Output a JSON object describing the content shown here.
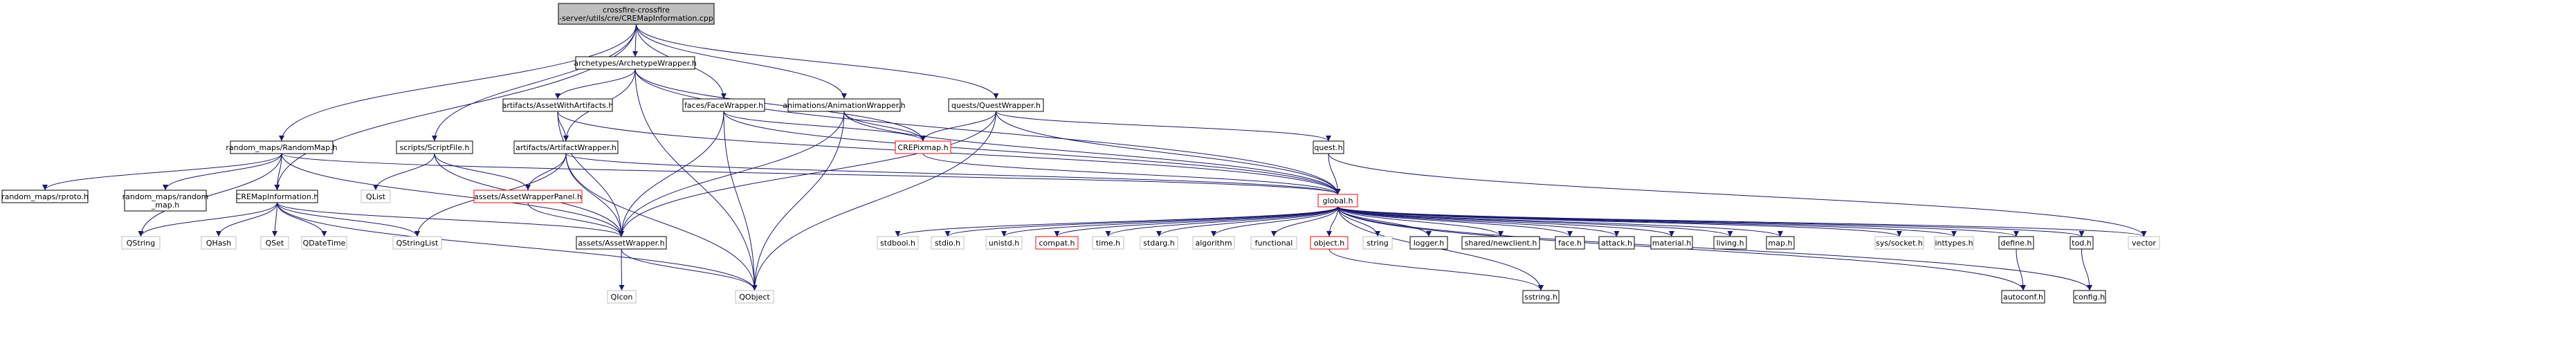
{
  "title": "crossfire-crossfire-server/utils/cre/CREMapInformation.cpp",
  "colors": {
    "edge": "#191970",
    "root_fill": "#bfbfbf",
    "node_border": "#000000",
    "external_border": "#bfbfbf",
    "external_text": "#555555",
    "warning_border": "#ff0000",
    "background": "#ffffff"
  },
  "nodes": [
    {
      "id": "root",
      "lines": [
        "crossfire-crossfire",
        "-server/utils/cre/CREMapInformation.cpp"
      ],
      "style": "root"
    },
    {
      "id": "random_maps",
      "lines": [
        "random_maps/RandomMap.h"
      ],
      "style": "normal"
    },
    {
      "id": "archetypes",
      "lines": [
        "archetypes/ArchetypeWrapper.h"
      ],
      "style": "normal"
    },
    {
      "id": "faces",
      "lines": [
        "faces/FaceWrapper.h"
      ],
      "style": "normal"
    },
    {
      "id": "animations",
      "lines": [
        "animations/AnimationWrapper.h"
      ],
      "style": "normal"
    },
    {
      "id": "quests",
      "lines": [
        "quests/QuestWrapper.h"
      ],
      "style": "normal"
    },
    {
      "id": "scripts",
      "lines": [
        "scripts/ScriptFile.h"
      ],
      "style": "normal"
    },
    {
      "id": "artifacts_with",
      "lines": [
        "artifacts/AssetWithArtifacts.h"
      ],
      "style": "normal"
    },
    {
      "id": "artifacts_wrap",
      "lines": [
        "artifacts/ArtifactWrapper.h"
      ],
      "style": "normal"
    },
    {
      "id": "crepixmap",
      "lines": [
        "CREPixmap.h"
      ],
      "style": "warning"
    },
    {
      "id": "quest",
      "lines": [
        "quest.h"
      ],
      "style": "normal"
    },
    {
      "id": "rproto",
      "lines": [
        "random_maps/rproto.h"
      ],
      "style": "normal"
    },
    {
      "id": "random_map_h",
      "lines": [
        "random_maps/random",
        "_map.h"
      ],
      "style": "normal"
    },
    {
      "id": "cremapinfo",
      "lines": [
        "CREMapInformation.h"
      ],
      "style": "normal"
    },
    {
      "id": "qlist",
      "lines": [
        "QList"
      ],
      "style": "external"
    },
    {
      "id": "asset_panel",
      "lines": [
        "assets/AssetWrapperPanel.h"
      ],
      "style": "warning"
    },
    {
      "id": "global",
      "lines": [
        "global.h"
      ],
      "style": "warning"
    },
    {
      "id": "qstring",
      "lines": [
        "QString"
      ],
      "style": "external"
    },
    {
      "id": "qhash",
      "lines": [
        "QHash"
      ],
      "style": "external"
    },
    {
      "id": "qset",
      "lines": [
        "QSet"
      ],
      "style": "external"
    },
    {
      "id": "qdatetime",
      "lines": [
        "QDateTime"
      ],
      "style": "external"
    },
    {
      "id": "qstringlist",
      "lines": [
        "QStringList"
      ],
      "style": "external"
    },
    {
      "id": "assetwrapper",
      "lines": [
        "assets/AssetWrapper.h"
      ],
      "style": "normal"
    },
    {
      "id": "qicon",
      "lines": [
        "QIcon"
      ],
      "style": "external"
    },
    {
      "id": "qobject",
      "lines": [
        "QObject"
      ],
      "style": "external"
    },
    {
      "id": "stdbool",
      "lines": [
        "stdbool.h"
      ],
      "style": "external"
    },
    {
      "id": "stdio",
      "lines": [
        "stdio.h"
      ],
      "style": "external"
    },
    {
      "id": "unistd",
      "lines": [
        "unistd.h"
      ],
      "style": "external"
    },
    {
      "id": "compat",
      "lines": [
        "compat.h"
      ],
      "style": "warning"
    },
    {
      "id": "time",
      "lines": [
        "time.h"
      ],
      "style": "external"
    },
    {
      "id": "stdarg",
      "lines": [
        "stdarg.h"
      ],
      "style": "external"
    },
    {
      "id": "algorithm",
      "lines": [
        "algorithm"
      ],
      "style": "external"
    },
    {
      "id": "functional",
      "lines": [
        "functional"
      ],
      "style": "external"
    },
    {
      "id": "object",
      "lines": [
        "object.h"
      ],
      "style": "warning"
    },
    {
      "id": "string",
      "lines": [
        "string"
      ],
      "style": "external"
    },
    {
      "id": "logger",
      "lines": [
        "logger.h"
      ],
      "style": "normal"
    },
    {
      "id": "shared",
      "lines": [
        "shared/newclient.h"
      ],
      "style": "normal"
    },
    {
      "id": "face",
      "lines": [
        "face.h"
      ],
      "style": "normal"
    },
    {
      "id": "attack",
      "lines": [
        "attack.h"
      ],
      "style": "normal"
    },
    {
      "id": "material",
      "lines": [
        "material.h"
      ],
      "style": "normal"
    },
    {
      "id": "living",
      "lines": [
        "living.h"
      ],
      "style": "normal"
    },
    {
      "id": "map",
      "lines": [
        "map.h"
      ],
      "style": "normal"
    },
    {
      "id": "syssocket",
      "lines": [
        "sys/socket.h"
      ],
      "style": "external"
    },
    {
      "id": "inttypes",
      "lines": [
        "inttypes.h"
      ],
      "style": "external"
    },
    {
      "id": "define",
      "lines": [
        "define.h"
      ],
      "style": "normal"
    },
    {
      "id": "tod",
      "lines": [
        "tod.h"
      ],
      "style": "normal"
    },
    {
      "id": "vector",
      "lines": [
        "vector"
      ],
      "style": "external"
    },
    {
      "id": "sstring",
      "lines": [
        "sstring.h"
      ],
      "style": "normal"
    },
    {
      "id": "autoconf",
      "lines": [
        "autoconf.h"
      ],
      "style": "normal"
    },
    {
      "id": "config",
      "lines": [
        "config.h"
      ],
      "style": "normal"
    }
  ],
  "edges": [
    [
      "root",
      "random_maps"
    ],
    [
      "root",
      "cremapinfo"
    ],
    [
      "root",
      "archetypes"
    ],
    [
      "root",
      "scripts"
    ],
    [
      "root",
      "faces"
    ],
    [
      "root",
      "animations"
    ],
    [
      "root",
      "quests"
    ],
    [
      "random_maps",
      "rproto"
    ],
    [
      "random_maps",
      "random_map_h"
    ],
    [
      "random_maps",
      "cremapinfo"
    ],
    [
      "random_maps",
      "qstring"
    ],
    [
      "random_maps",
      "global"
    ],
    [
      "random_maps",
      "assetwrapper"
    ],
    [
      "archetypes",
      "artifacts_with"
    ],
    [
      "archetypes",
      "artifacts_wrap"
    ],
    [
      "archetypes",
      "crepixmap"
    ],
    [
      "archetypes",
      "global"
    ],
    [
      "archetypes",
      "qobject"
    ],
    [
      "faces",
      "assetwrapper"
    ],
    [
      "faces",
      "crepixmap"
    ],
    [
      "faces",
      "global"
    ],
    [
      "faces",
      "qobject"
    ],
    [
      "animations",
      "assetwrapper"
    ],
    [
      "animations",
      "crepixmap"
    ],
    [
      "animations",
      "global"
    ],
    [
      "animations",
      "qobject"
    ],
    [
      "quests",
      "quest"
    ],
    [
      "quests",
      "global"
    ],
    [
      "quests",
      "assetwrapper"
    ],
    [
      "quests",
      "crepixmap"
    ],
    [
      "quests",
      "qobject"
    ],
    [
      "scripts",
      "qlist"
    ],
    [
      "scripts",
      "asset_panel"
    ],
    [
      "scripts",
      "assetwrapper"
    ],
    [
      "artifacts_with",
      "artifacts_wrap"
    ],
    [
      "artifacts_with",
      "assetwrapper"
    ],
    [
      "artifacts_with",
      "global"
    ],
    [
      "artifacts_wrap",
      "asset_panel"
    ],
    [
      "artifacts_wrap",
      "assetwrapper"
    ],
    [
      "artifacts_wrap",
      "global"
    ],
    [
      "artifacts_wrap",
      "qstringlist"
    ],
    [
      "artifacts_wrap",
      "qobject"
    ],
    [
      "crepixmap",
      "global"
    ],
    [
      "quest",
      "global"
    ],
    [
      "quest",
      "vector"
    ],
    [
      "cremapinfo",
      "qstring"
    ],
    [
      "cremapinfo",
      "qhash"
    ],
    [
      "cremapinfo",
      "qset"
    ],
    [
      "cremapinfo",
      "qdatetime"
    ],
    [
      "cremapinfo",
      "qstringlist"
    ],
    [
      "cremapinfo",
      "assetwrapper"
    ],
    [
      "cremapinfo",
      "qobject"
    ],
    [
      "asset_panel",
      "assetwrapper"
    ],
    [
      "assetwrapper",
      "qicon"
    ],
    [
      "assetwrapper",
      "qobject"
    ],
    [
      "global",
      "stdbool"
    ],
    [
      "global",
      "stdio"
    ],
    [
      "global",
      "unistd"
    ],
    [
      "global",
      "compat"
    ],
    [
      "global",
      "time"
    ],
    [
      "global",
      "stdarg"
    ],
    [
      "global",
      "algorithm"
    ],
    [
      "global",
      "functional"
    ],
    [
      "global",
      "object"
    ],
    [
      "global",
      "string"
    ],
    [
      "global",
      "logger"
    ],
    [
      "global",
      "shared"
    ],
    [
      "global",
      "face"
    ],
    [
      "global",
      "attack"
    ],
    [
      "global",
      "material"
    ],
    [
      "global",
      "living"
    ],
    [
      "global",
      "map"
    ],
    [
      "global",
      "syssocket"
    ],
    [
      "global",
      "inttypes"
    ],
    [
      "global",
      "define"
    ],
    [
      "global",
      "tod"
    ],
    [
      "global",
      "vector"
    ],
    [
      "global",
      "sstring"
    ],
    [
      "global",
      "autoconf"
    ],
    [
      "global",
      "config"
    ],
    [
      "object",
      "sstring"
    ],
    [
      "define",
      "autoconf"
    ],
    [
      "tod",
      "config"
    ]
  ]
}
